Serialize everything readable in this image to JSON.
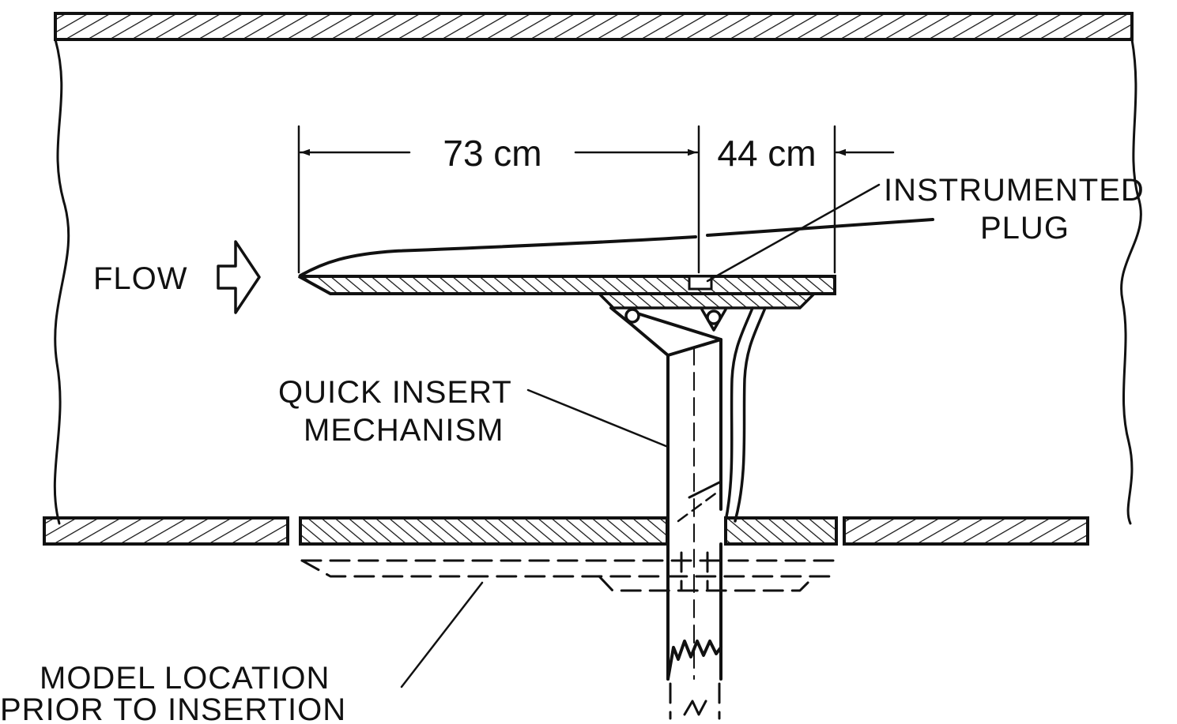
{
  "labels": {
    "flow": "FLOW",
    "dim_73": "73 cm",
    "dim_44": "44 cm",
    "instrumented_1": "INSTRUMENTED",
    "instrumented_2": "PLUG",
    "quick_1": "QUICK INSERT",
    "quick_2": "MECHANISM",
    "model_1": "MODEL LOCATION",
    "model_2": "PRIOR TO INSERTION"
  },
  "colors": {
    "ink": "#111111",
    "paper": "#ffffff"
  }
}
